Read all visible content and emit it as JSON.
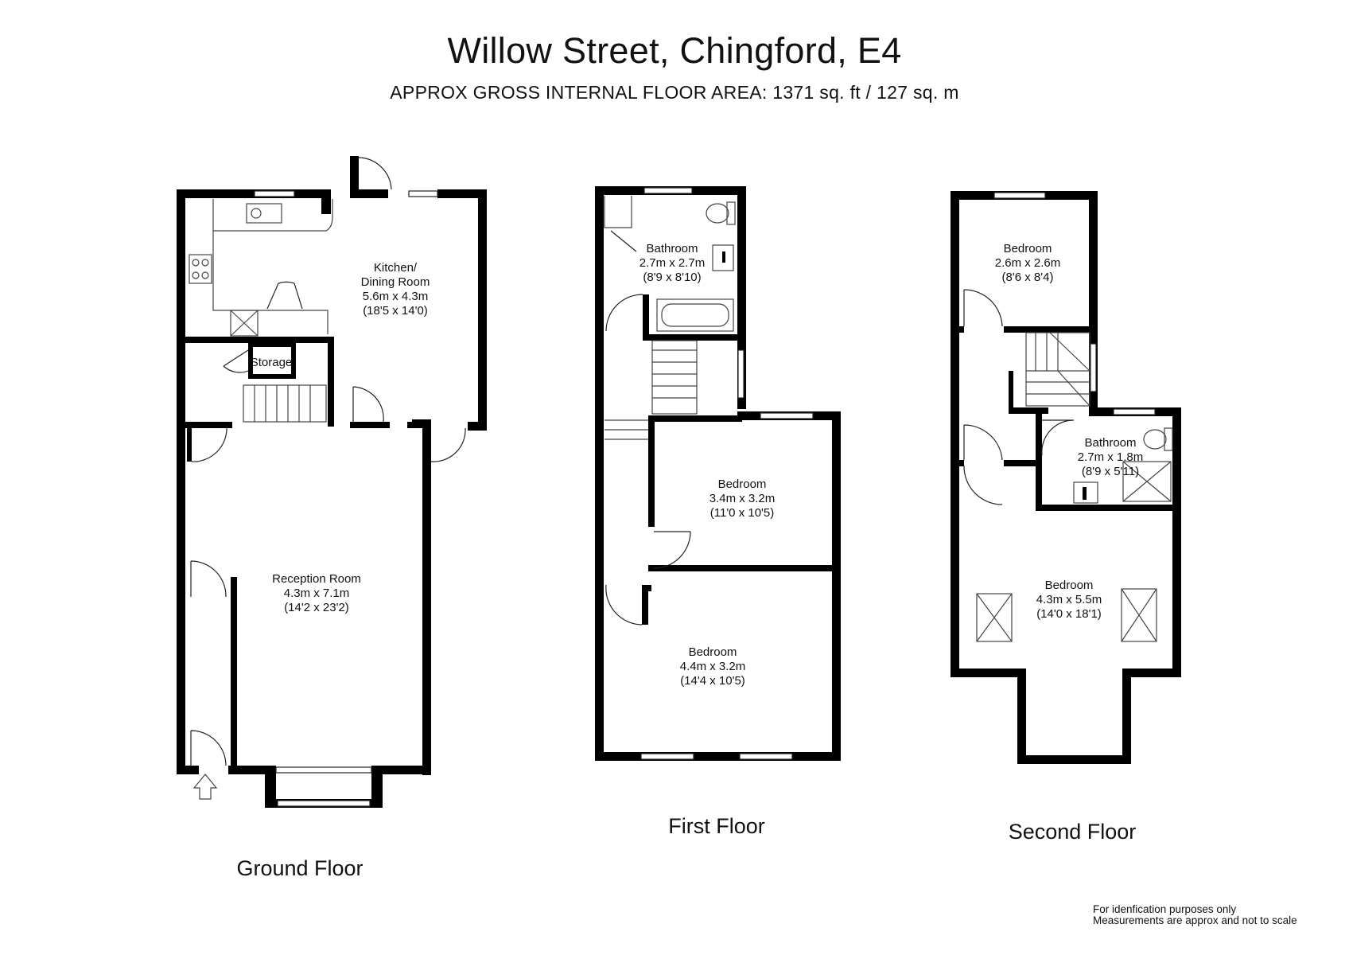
{
  "header": {
    "title": "Willow Street, Chingford, E4",
    "subtitle": "APPROX GROSS INTERNAL FLOOR AREA:  1371 sq. ft / 127 sq. m"
  },
  "floors": [
    {
      "name": "Ground Floor",
      "rooms": [
        {
          "name": "Kitchen/",
          "name2": "Dining Room",
          "metric": "5.6m x 4.3m",
          "imperial": "(18'5 x 14'0)"
        },
        {
          "name": "Storage"
        },
        {
          "name": "Reception Room",
          "metric": "4.3m x 7.1m",
          "imperial": "(14'2 x 23'2)"
        }
      ]
    },
    {
      "name": "First Floor",
      "rooms": [
        {
          "name": "Bathroom",
          "metric": "2.7m x 2.7m",
          "imperial": "(8'9 x 8'10)"
        },
        {
          "name": "Bedroom",
          "metric": "3.4m x 3.2m",
          "imperial": "(11'0 x 10'5)"
        },
        {
          "name": "Bedroom",
          "metric": "4.4m x 3.2m",
          "imperial": "(14'4 x 10'5)"
        }
      ]
    },
    {
      "name": "Second Floor",
      "rooms": [
        {
          "name": "Bedroom",
          "metric": "2.6m x 2.6m",
          "imperial": "(8'6 x 8'4)"
        },
        {
          "name": "Bathroom",
          "metric": "2.7m x 1.8m",
          "imperial": "(8'9 x 5'11)"
        },
        {
          "name": "Bedroom",
          "metric": "4.3m x 5.5m",
          "imperial": "(14'0 x 18'1)"
        }
      ]
    }
  ],
  "disclaimer": {
    "line1": "For idenfication purposes only",
    "line2": "Measurements are approx and not to scale"
  }
}
